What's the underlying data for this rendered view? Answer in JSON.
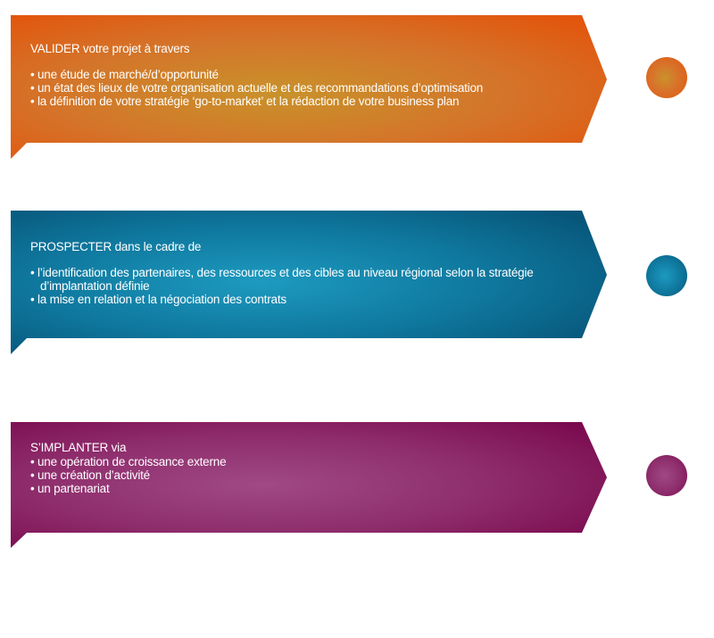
{
  "colors": {
    "orange_dark": "#e2560e",
    "orange_light": "#c9922b",
    "blue_dark": "#075579",
    "blue_light": "#1d9ac0",
    "purple_dark": "#7b0b4f",
    "purple_light": "#a04985"
  },
  "steps": [
    {
      "heading": "VALIDER votre projet à travers",
      "items": [
        "une étude de marché/d’opportunité",
        "un état des lieux de votre organisation actuelle et des recommandations d’optimisation",
        "la définition de votre stratégie ‘go-to-market’ et la rédaction de votre business plan"
      ]
    },
    {
      "heading": "PROSPECTER dans le cadre de",
      "items": [
        "l’identification des partenaires, des ressources et des cibles au niveau régional selon la stratégie",
        "d’implantation définie",
        "la mise en relation et la négociation des contrats"
      ]
    },
    {
      "heading": "S’IMPLANTER via",
      "items": [
        "une opération de croissance externe",
        "une création d’activité",
        "un partenariat"
      ]
    }
  ]
}
